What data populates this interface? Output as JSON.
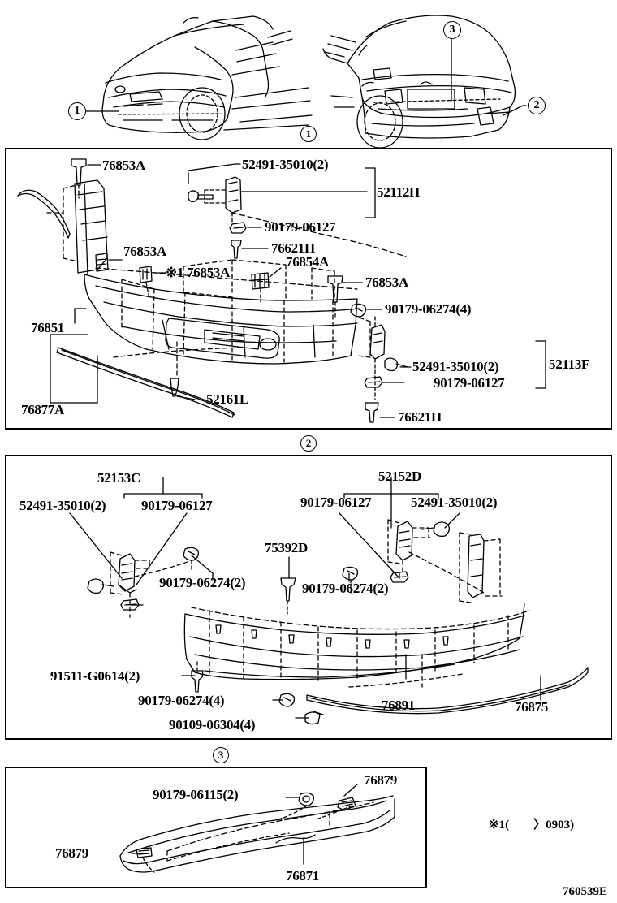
{
  "document": {
    "diagram_id": "760539E",
    "footnote": "※1(　　〉0903)"
  },
  "vehicle_views": {
    "front": {
      "callout": "1"
    },
    "rear": {
      "callouts": [
        "2",
        "3"
      ]
    }
  },
  "section_markers": {
    "one": "1",
    "two": "2",
    "three": "3"
  },
  "panel1": {
    "marker": "1",
    "labels": [
      {
        "id": "p1-76853A-top",
        "text": "76853A"
      },
      {
        "id": "p1-52491-top",
        "text": "52491-35010(2)"
      },
      {
        "id": "p1-52112H",
        "text": "52112H"
      },
      {
        "id": "p1-90179-06127-a",
        "text": "90179-06127"
      },
      {
        "id": "p1-76621H-a",
        "text": "76621H"
      },
      {
        "id": "p1-76853A-mid",
        "text": "76853A"
      },
      {
        "id": "p1-76853A-star",
        "text": "※1 76853A"
      },
      {
        "id": "p1-76854A",
        "text": "76854A"
      },
      {
        "id": "p1-76853A-right",
        "text": "76853A"
      },
      {
        "id": "p1-90179-06274",
        "text": "90179-06274(4)"
      },
      {
        "id": "p1-76851",
        "text": "76851"
      },
      {
        "id": "p1-76877A",
        "text": "76877A"
      },
      {
        "id": "p1-52161L",
        "text": "52161L"
      },
      {
        "id": "p1-52491-bot",
        "text": "52491-35010(2)"
      },
      {
        "id": "p1-90179-06127-b",
        "text": "90179-06127"
      },
      {
        "id": "p1-52113F",
        "text": "52113F"
      },
      {
        "id": "p1-76621H-b",
        "text": "76621H"
      }
    ]
  },
  "panel2": {
    "marker": "2",
    "labels": [
      {
        "id": "p2-52153C",
        "text": "52153C"
      },
      {
        "id": "p2-52491-left",
        "text": "52491-35010(2)"
      },
      {
        "id": "p2-90179-06127-l",
        "text": "90179-06127"
      },
      {
        "id": "p2-90179-06274-l",
        "text": "90179-06274(2)"
      },
      {
        "id": "p2-75392D",
        "text": "75392D"
      },
      {
        "id": "p2-90179-06274-c",
        "text": "90179-06274(2)"
      },
      {
        "id": "p2-52152D",
        "text": "52152D"
      },
      {
        "id": "p2-90179-06127-r",
        "text": "90179-06127"
      },
      {
        "id": "p2-52491-right",
        "text": "52491-35010(2)"
      },
      {
        "id": "p2-91511",
        "text": "91511-G0614(2)"
      },
      {
        "id": "p2-90179-06274-b",
        "text": "90179-06274(4)"
      },
      {
        "id": "p2-90109",
        "text": "90109-06304(4)"
      },
      {
        "id": "p2-76891",
        "text": "76891"
      },
      {
        "id": "p2-76875",
        "text": "76875"
      }
    ]
  },
  "panel3": {
    "marker": "3",
    "labels": [
      {
        "id": "p3-90179-06115",
        "text": "90179-06115(2)"
      },
      {
        "id": "p3-76879-right",
        "text": "76879"
      },
      {
        "id": "p3-76879-left",
        "text": "76879"
      },
      {
        "id": "p3-76871",
        "text": "76871"
      }
    ]
  }
}
